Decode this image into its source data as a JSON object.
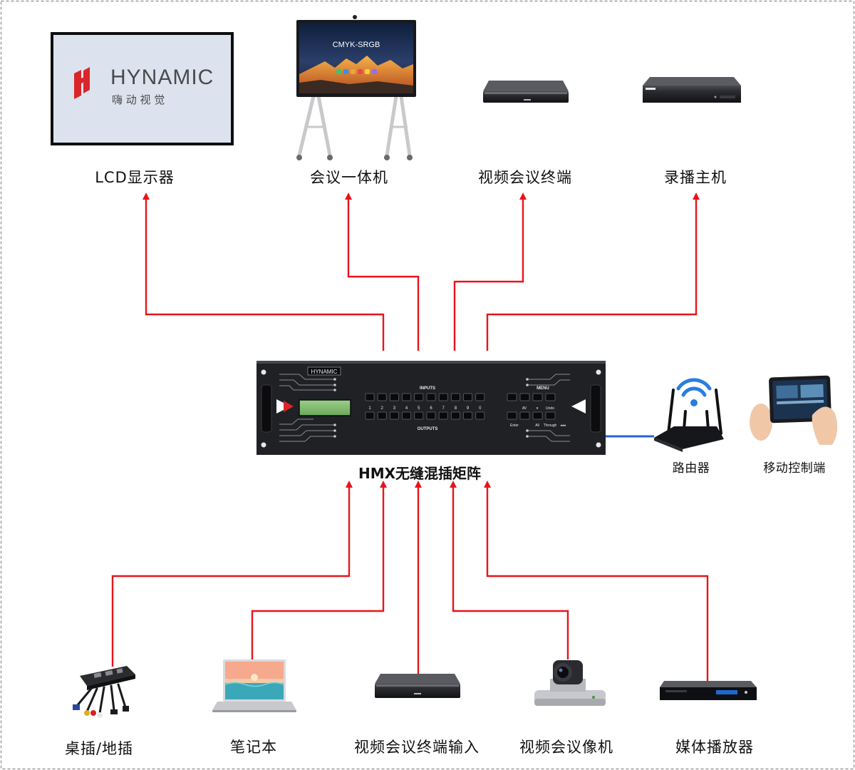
{
  "colors": {
    "arrow": "#e8141a",
    "network_line": "#2a62d6",
    "frame_border": "#9a9a9a",
    "logo_red": "#d8262a",
    "screen_bg": "#dde3ee",
    "device_dark": "#1e1f22",
    "wifi_blue": "#2a7de0"
  },
  "lcd_logo": {
    "brand": "HYNAMIC",
    "brand_cn": "嗨 动 视 觉"
  },
  "conference_screen": {
    "title": "CMYK-SRGB"
  },
  "matrix_panel": {
    "brand": "HYNAMIC",
    "inputs_label": "INPUTS",
    "outputs_label": "OUTPUTS",
    "menu_label": "MENU",
    "digits": [
      "1",
      "2",
      "3",
      "4",
      "5",
      "6",
      "7",
      "8",
      "9",
      "0"
    ],
    "menu_row1": [
      "AV",
      "▾",
      "Undo"
    ],
    "menu_row2": [
      "Enter",
      "All",
      "Through",
      "◂◂◂"
    ]
  },
  "labels": {
    "lcd": "LCD显示器",
    "conference_all_in_one": "会议一体机",
    "video_conf_terminal": "视频会议终端",
    "recording_host": "录播主机",
    "matrix": "HMX无缝混插矩阵",
    "router": "路由器",
    "mobile_control": "移动控制端",
    "desk_socket": "桌插/地插",
    "laptop": "笔记本",
    "video_conf_terminal_input": "视频会议终端输入",
    "video_conf_camera": "视频会议像机",
    "media_player": "媒体播放器"
  },
  "icons": {
    "lcd": "lcd-monitor-icon",
    "conference_all_in_one": "interactive-display-on-stand-icon",
    "video_conf_terminal": "codec-box-icon",
    "recording_host": "recorder-box-icon",
    "matrix": "rack-matrix-switcher-icon",
    "router": "wifi-router-icon",
    "mobile_control": "tablet-in-hands-icon",
    "desk_socket": "desk-socket-icon",
    "laptop": "laptop-icon",
    "video_conf_terminal_input": "codec-box-icon",
    "video_conf_camera": "ptz-camera-icon",
    "media_player": "media-player-icon"
  }
}
